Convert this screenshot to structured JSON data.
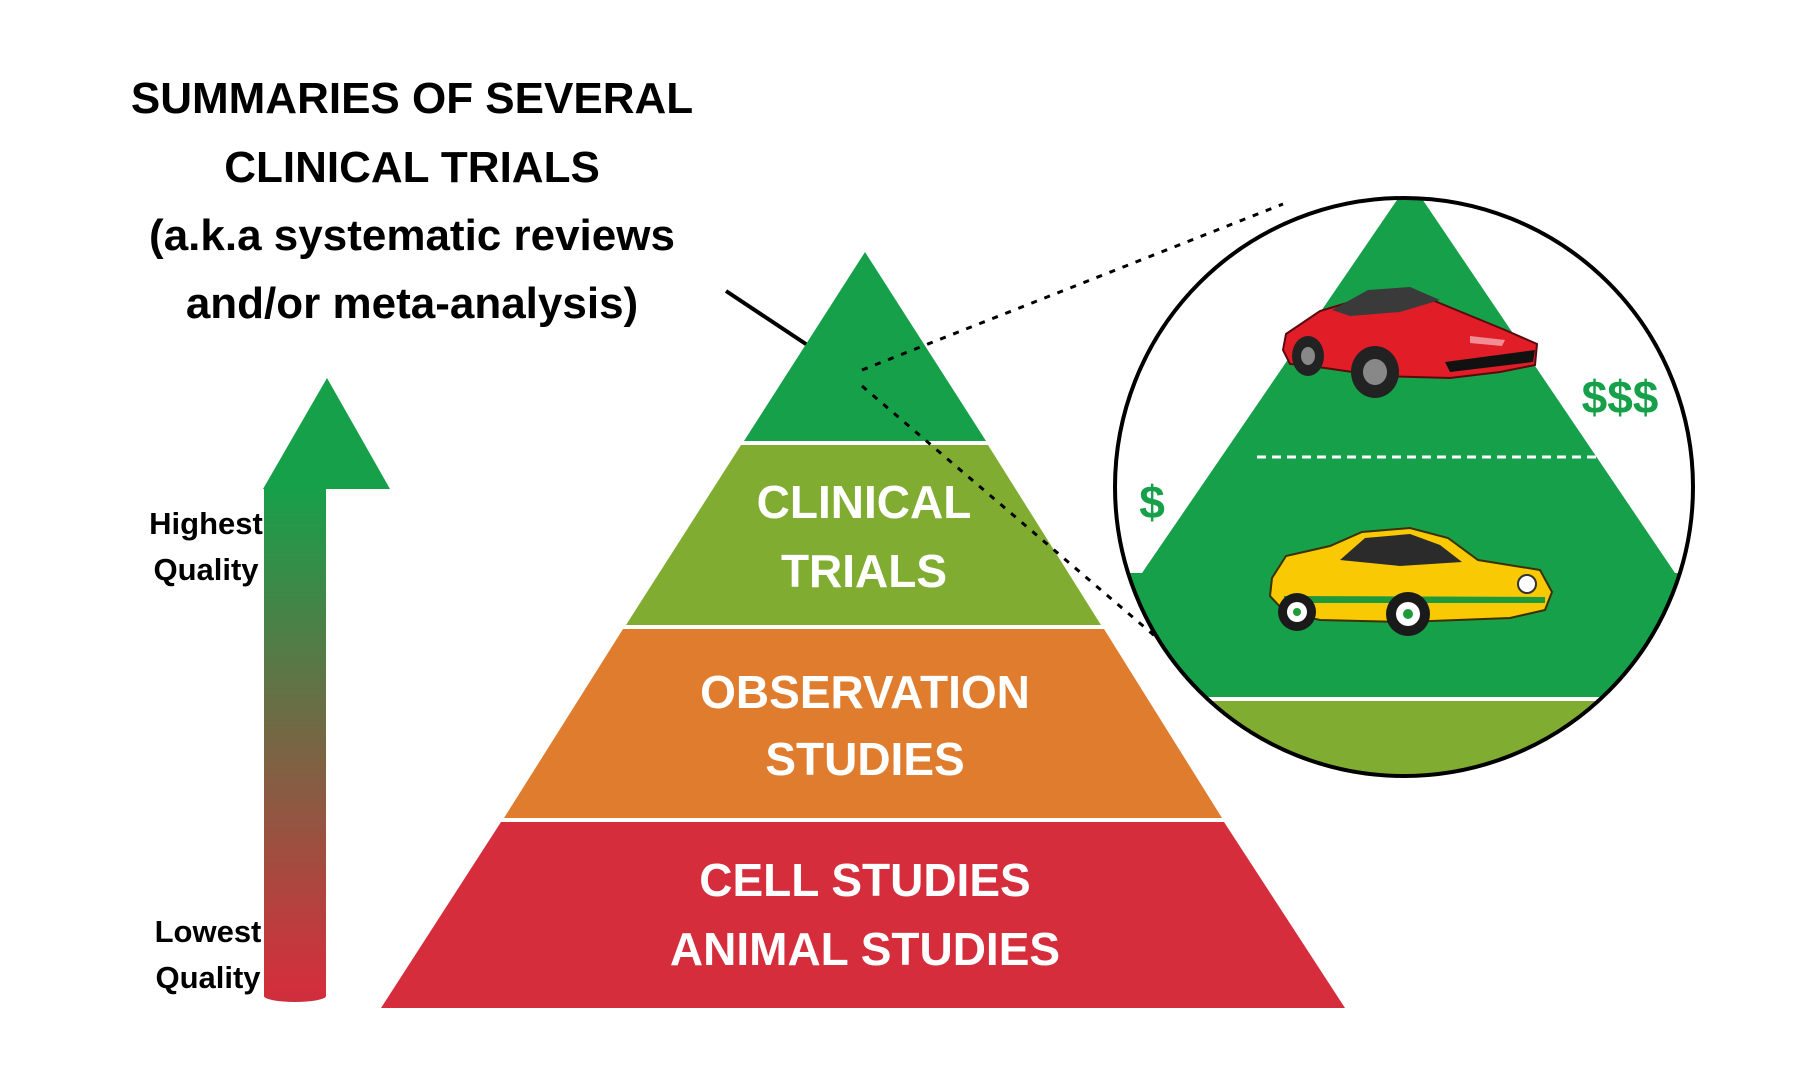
{
  "title": {
    "line1": "SUMMARIES OF SEVERAL",
    "line2": "CLINICAL TRIALS",
    "line3": "(a.k.a systematic reviews",
    "line4": "and/or meta-analysis)"
  },
  "quality_scale": {
    "high_line1": "Highest",
    "high_line2": "Quality",
    "low_line1": "Lowest",
    "low_line2": "Quality"
  },
  "pyramid": {
    "clinical_line1": "CLINICAL",
    "clinical_line2": "TRIALS",
    "observation_line1": "OBSERVATION",
    "observation_line2": "STUDIES",
    "cell_line1": "CELL STUDIES",
    "cell_line2": "ANIMAL STUDIES"
  },
  "zoom": {
    "high_cost_label": "$$$",
    "low_cost_label": "$",
    "high_cost_car_icon": "red-sports-car-icon",
    "low_cost_car_icon": "yellow-classic-car-icon"
  },
  "colors": {
    "top_tier": "#17a04a",
    "clinical_tier": "#80ad31",
    "observation_tier": "#e07c2e",
    "base_tier": "#d62d3c",
    "dollar": "#17a04a",
    "arrow_top": "#17a04a",
    "arrow_bottom": "#d62d3c"
  }
}
